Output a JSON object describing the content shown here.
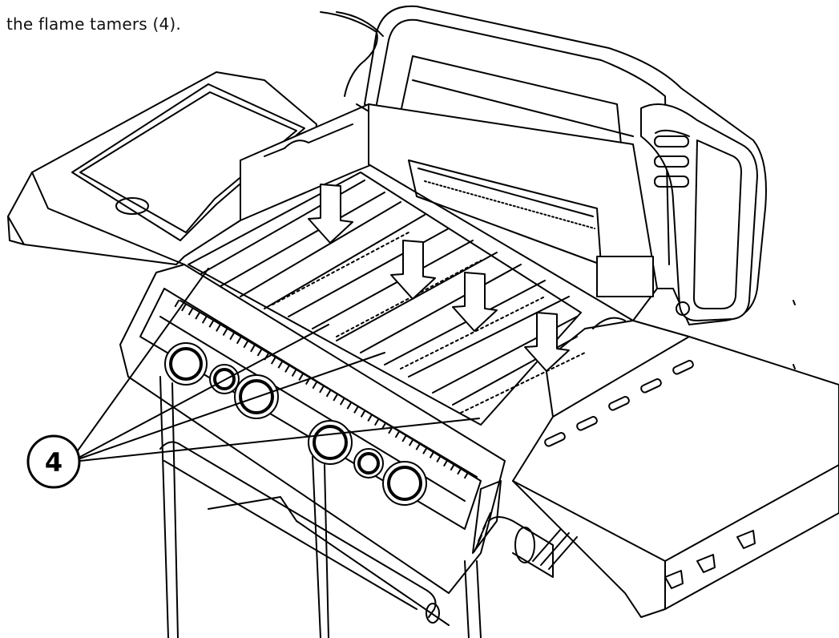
{
  "caption": "the flame tamers (4).",
  "callout": {
    "label": "4"
  },
  "parts": {
    "flame_tamer_count": 4,
    "knob_count": 6,
    "arrow_count": 4
  }
}
